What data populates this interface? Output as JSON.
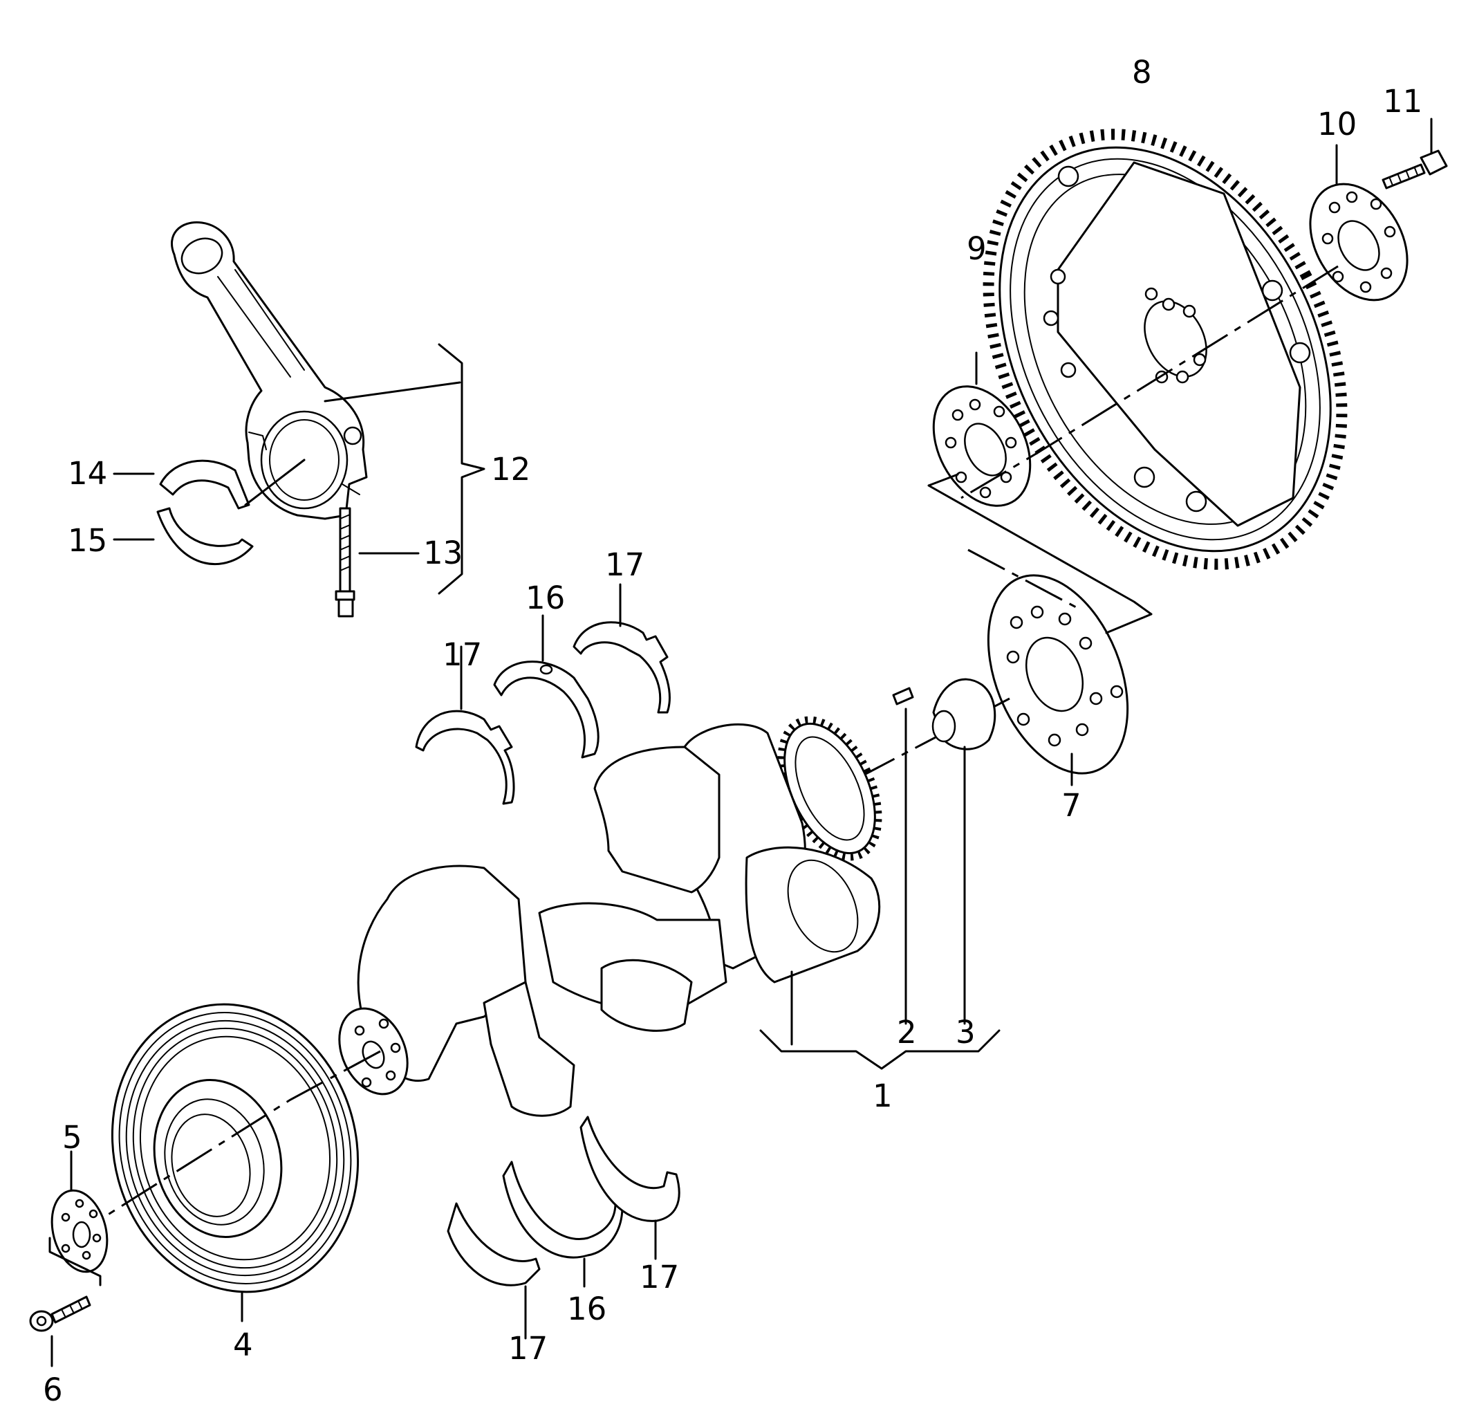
{
  "callouts": {
    "c1": "1",
    "c2": "2",
    "c3": "3",
    "c4": "4",
    "c5": "5",
    "c6": "6",
    "c7": "7",
    "c8": "8",
    "c9": "9",
    "c10": "10",
    "c11": "11",
    "c12": "12",
    "c13": "13",
    "c14": "14",
    "c15": "15",
    "c16a": "16",
    "c16b": "16",
    "c17a": "17",
    "c17b": "17",
    "c17c": "17",
    "c17d": "17"
  }
}
